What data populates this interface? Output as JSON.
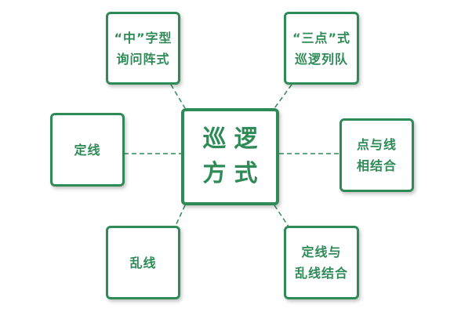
{
  "diagram": {
    "center": {
      "lines": [
        "巡逻",
        "方式"
      ]
    },
    "nodes": {
      "top_left": {
        "lines": [
          "“中”字型",
          "询问阵式"
        ]
      },
      "top_right": {
        "lines": [
          "“三点”式",
          "巡逻列队"
        ]
      },
      "left": {
        "lines": [
          "定线"
        ]
      },
      "right": {
        "lines": [
          "点与线",
          "相结合"
        ]
      },
      "bottom_left": {
        "lines": [
          "乱线"
        ]
      },
      "bottom_right": {
        "lines": [
          "定线与",
          "乱线结合"
        ]
      }
    },
    "colors": {
      "accent": "#2e8b57",
      "connector": "#2e8b57"
    }
  }
}
